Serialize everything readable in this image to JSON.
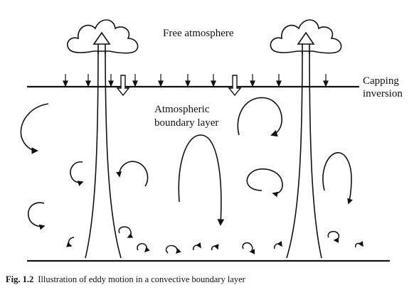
{
  "labels": {
    "free_atmosphere": "Free atmosphere",
    "capping_line1": "Capping",
    "capping_line2": "inversion",
    "abl_line1": "Atmospheric",
    "abl_line2": "boundary layer"
  },
  "caption": {
    "number": "Fig. 1.2",
    "text": "Illustration of eddy motion in a convective boundary layer"
  }
}
